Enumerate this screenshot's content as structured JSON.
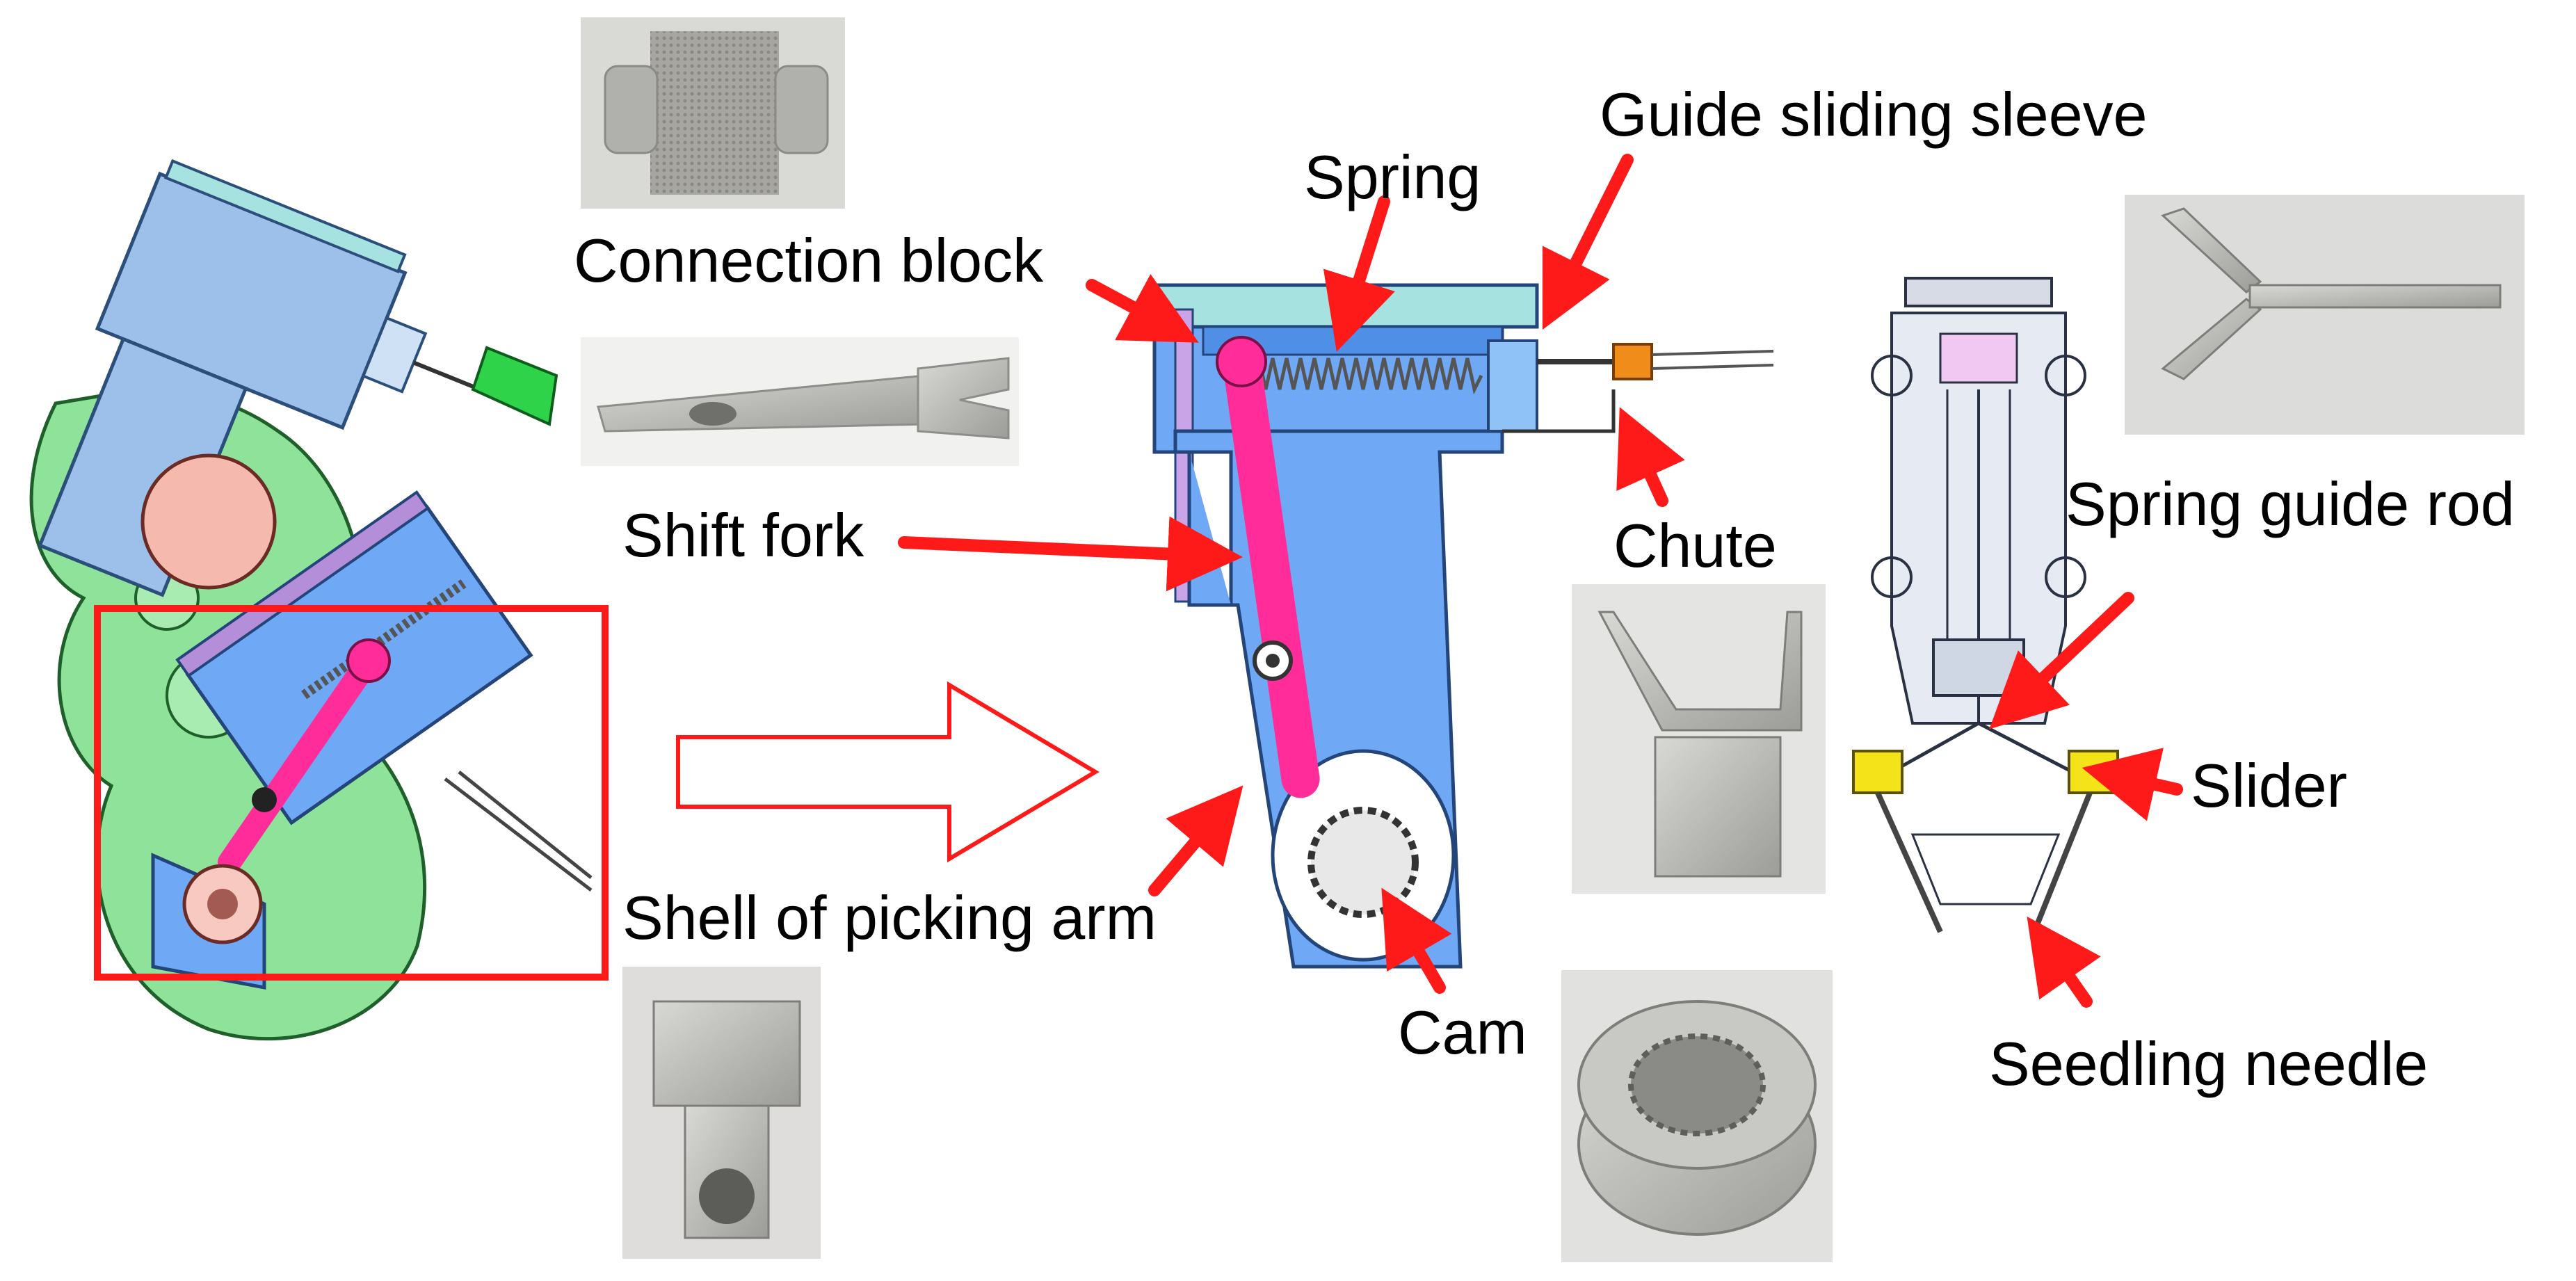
{
  "labels": {
    "guide_sliding_sleeve": "Guide sliding sleeve",
    "spring": "Spring",
    "connection_block": "Connection block",
    "shift_fork": "Shift fork",
    "chute": "Chute",
    "spring_guide_rod": "Spring guide rod",
    "slider": "Slider",
    "shell_of_picking_arm": "Shell of picking arm",
    "cam": "Cam",
    "seedling_needle": "Seedling needle"
  },
  "colors": {
    "arrow": "#ff1a1a",
    "frame": "#ff1a1a",
    "shell": "#6fa8f5",
    "fork": "#ff2c9a",
    "housing": "#8ee29a",
    "metal_photo": "#b7b7b4"
  }
}
